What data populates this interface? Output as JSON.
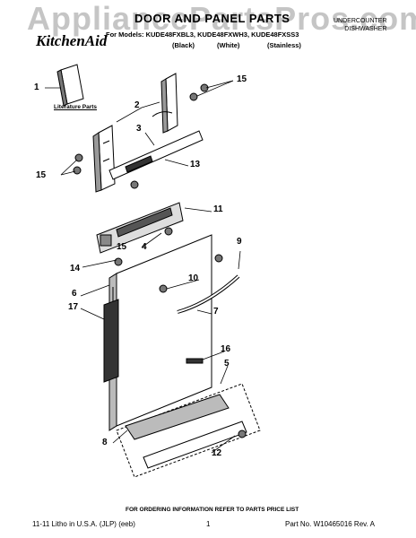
{
  "watermark": "AppliancePartsPros.com",
  "header": {
    "title": "DOOR AND PANEL PARTS",
    "brand": "KitchenAid",
    "models": "For Models: KUDE48FXBL3, KUDE48FXWH3, KUDE48FXSS3",
    "variants": [
      "(Black)",
      "(White)",
      "(Stainless)"
    ],
    "category_line1": "UNDERCOUNTER",
    "category_line2": "DISHWASHER"
  },
  "literature_label": "Literature Parts",
  "callouts": [
    "1",
    "2",
    "3",
    "15",
    "15",
    "13",
    "15",
    "11",
    "4",
    "14",
    "9",
    "10",
    "6",
    "17",
    "7",
    "16",
    "5",
    "8",
    "12"
  ],
  "footer": {
    "note": "FOR ORDERING INFORMATION REFER TO PARTS PRICE LIST",
    "litho": "11-11 Litho in U.S.A. (JLP) (eeb)",
    "page": "1",
    "part_no": "Part No. W10465016 Rev. A"
  }
}
